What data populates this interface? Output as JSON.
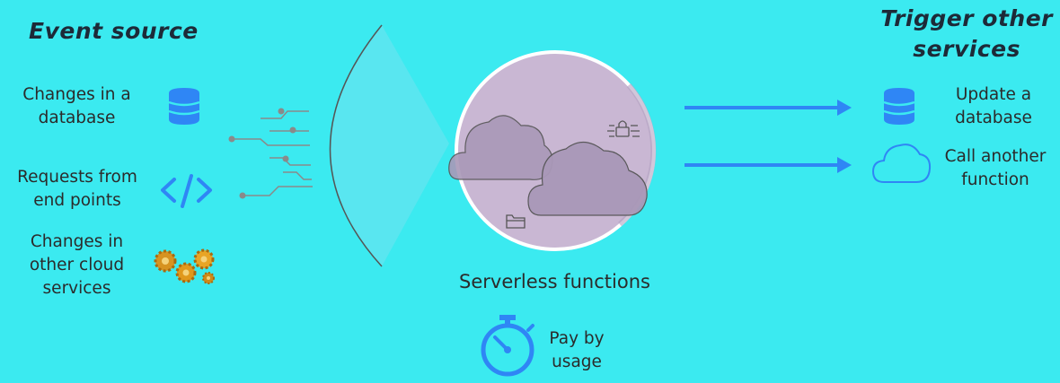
{
  "left_heading": "Event source",
  "right_heading": [
    "Trigger other",
    "services"
  ],
  "sources": [
    {
      "lines": [
        "Changes in a",
        "database"
      ],
      "icon": "database-icon"
    },
    {
      "lines": [
        "Requests from",
        "end points"
      ],
      "icon": "code-icon"
    },
    {
      "lines": [
        "Changes in",
        "other cloud",
        "services"
      ],
      "icon": "gears-icon"
    }
  ],
  "outputs": [
    {
      "lines": [
        "Update a",
        "database"
      ],
      "icon": "database-icon"
    },
    {
      "lines": [
        "Call another",
        "function"
      ],
      "icon": "cloud-icon"
    }
  ],
  "center_label": "Serverless functions",
  "pay_label": [
    "Pay by",
    "usage"
  ],
  "colors": {
    "background": "#3beaf0",
    "accent_blue": "#2f86f5",
    "circle_fill": "#c9b7d3",
    "cloud_fill": "#a998b8",
    "gear_orange": "#e0981b",
    "lens_fill": "#5be6ef"
  }
}
